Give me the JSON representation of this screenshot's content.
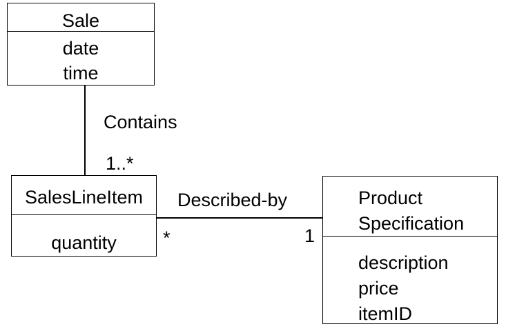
{
  "classes": {
    "sale": {
      "name": "Sale",
      "attributes": [
        "date",
        "time"
      ]
    },
    "sales_line_item": {
      "name": "SalesLineItem",
      "attributes": [
        "quantity"
      ]
    },
    "product_specification": {
      "name_lines": [
        "Product",
        "Specification"
      ],
      "attributes": [
        "description",
        "price",
        "itemID"
      ]
    }
  },
  "associations": {
    "contains": {
      "label": "Contains",
      "multiplicity_item": "1..*"
    },
    "described_by": {
      "label": "Described-by",
      "multiplicity_item": "*",
      "multiplicity_spec": "1"
    }
  }
}
